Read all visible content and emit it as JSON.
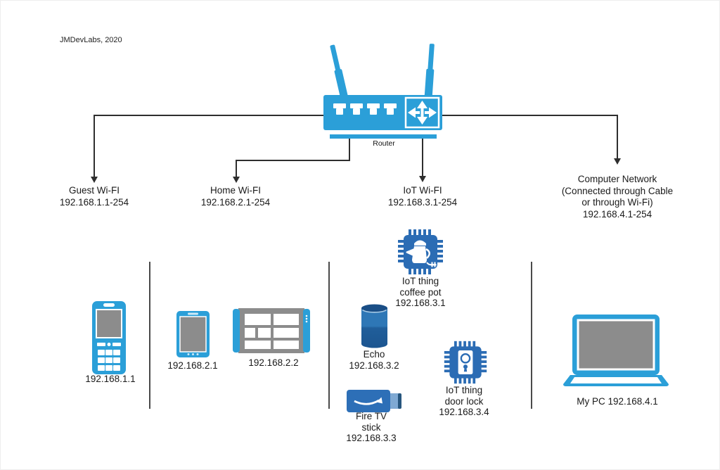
{
  "watermark": "JMDevLabs, 2020",
  "router": {
    "label": "Router"
  },
  "networks": {
    "guest": {
      "name": "Guest Wi-FI",
      "range": "192.168.1.1-254"
    },
    "home": {
      "name": "Home Wi-FI",
      "range": "192.168.2.1-254"
    },
    "iot": {
      "name": "IoT Wi-FI",
      "range": "192.168.3.1-254"
    },
    "computer": {
      "name": "Computer Network",
      "sub1": "(Connected through Cable",
      "sub2": "or through Wi-Fi)",
      "range": "192.168.4.1-254"
    }
  },
  "devices": {
    "phone": {
      "label": "192.168.1.1",
      "icon": "feature-phone-icon"
    },
    "tablet": {
      "label": "192.168.2.1",
      "icon": "tablet-icon"
    },
    "smart_tv": {
      "label": "192.168.2.2",
      "icon": "smart-tv-icon"
    },
    "coffee_pot": {
      "line1": "IoT thing",
      "line2": "coffee pot",
      "line3": "192.168.3.1",
      "icon": "iot-chip-coffee-pot-icon"
    },
    "echo": {
      "line1": "Echo",
      "line2": "192.168.3.2",
      "icon": "echo-speaker-icon"
    },
    "fire_tv": {
      "line1": "Fire TV",
      "line2": "stick",
      "line3": "192.168.3.3",
      "icon": "fire-tv-stick-icon"
    },
    "door_lock": {
      "line1": "IoT thing",
      "line2": "door lock",
      "line3": "192.168.3.4",
      "icon": "iot-chip-door-lock-icon"
    },
    "my_pc": {
      "label": "My PC 192.168.4.1",
      "icon": "laptop-icon"
    }
  },
  "colors": {
    "router_blue": "#2B9FD8",
    "chip_blue": "#2B6CB4",
    "device_gray": "#8C8C8C",
    "echo_top": "#1A4E86",
    "echo_body_light": "#2E77B6",
    "echo_body_dark": "#1C5590",
    "fire_tv_blue": "#2D6FB7",
    "fire_tv_connector": "#7FA9D3",
    "connector_line": "#2E2E2E",
    "divider_line": "#4A4A4A",
    "text": "#1A1A1A"
  }
}
